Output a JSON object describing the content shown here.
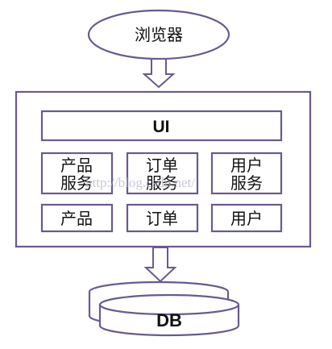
{
  "colors": {
    "stroke": "#6a5a8e",
    "text": "#111111",
    "background": "#ffffff",
    "watermark": "#b8b8c8"
  },
  "browser": {
    "label": "浏览器"
  },
  "app": {
    "ui_label": "UI",
    "services": [
      {
        "line1": "产品",
        "line2": "服务"
      },
      {
        "line1": "订单",
        "line2": "服务"
      },
      {
        "line1": "用户",
        "line2": "服务"
      }
    ],
    "modules": [
      "产品",
      "订单",
      "用户"
    ]
  },
  "database": {
    "label": "DB"
  },
  "watermark": {
    "text": "http://blog.csdn.net/"
  }
}
